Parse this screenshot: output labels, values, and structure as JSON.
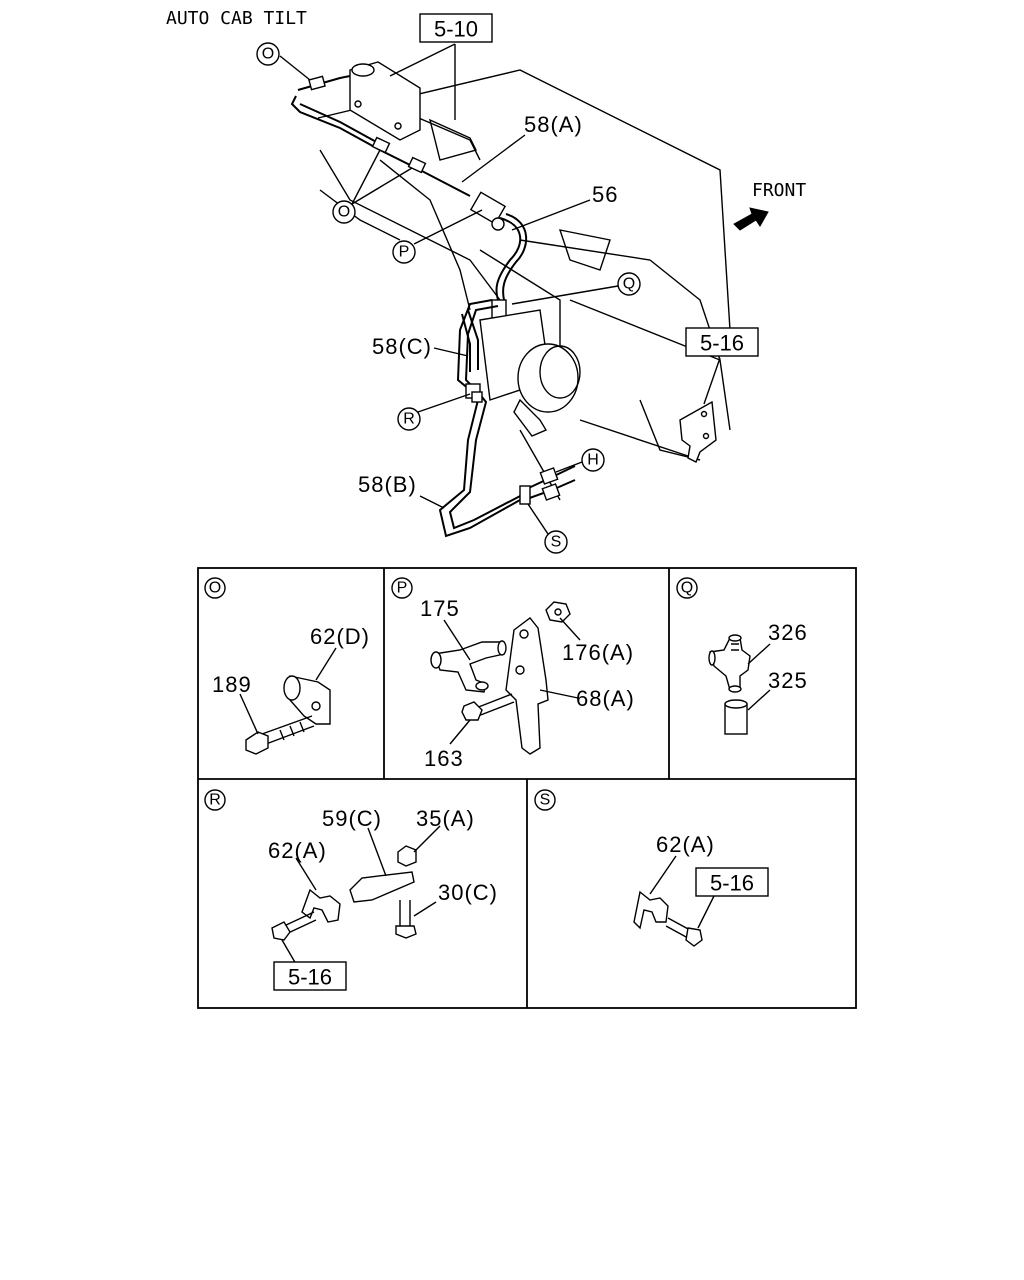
{
  "title": "AUTO CAB TILT",
  "front_label": "FRONT",
  "main_refs": {
    "ref_5_10": "5-10",
    "ref_5_16": "5-16"
  },
  "main_callouts": {
    "c_58a": "58(A)",
    "c_56": "56",
    "c_58c": "58(C)",
    "c_58b": "58(B)"
  },
  "main_circles": {
    "o_top": "O",
    "o_left": "O",
    "p": "P",
    "q": "Q",
    "r": "R",
    "h": "H",
    "s": "S"
  },
  "detail_o": {
    "tag": "O",
    "parts": [
      "62(D)",
      "189"
    ]
  },
  "detail_p": {
    "tag": "P",
    "parts": [
      "175",
      "176(A)",
      "68(A)",
      "163"
    ]
  },
  "detail_q": {
    "tag": "Q",
    "parts": [
      "326",
      "325"
    ]
  },
  "detail_r": {
    "tag": "R",
    "parts": [
      "59(C)",
      "35(A)",
      "62(A)",
      "30(C)"
    ],
    "ref": "5-16"
  },
  "detail_s": {
    "tag": "S",
    "parts": [
      "62(A)"
    ],
    "ref": "5-16"
  }
}
